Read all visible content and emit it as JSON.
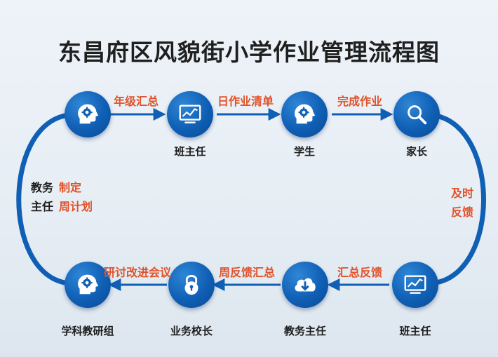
{
  "title": "东昌府区风貌街小学作业管理流程图",
  "nodes": {
    "top1": {
      "label": "",
      "icon": "head-gear-icon"
    },
    "top2": {
      "label": "班主任",
      "icon": "chart-monitor-icon"
    },
    "top3": {
      "label": "学生",
      "icon": "head-gear-icon"
    },
    "top4": {
      "label": "家长",
      "icon": "search-icon"
    },
    "bot4": {
      "label": "班主任",
      "icon": "chart-monitor-icon"
    },
    "bot3": {
      "label": "教务主任",
      "icon": "cloud-download-icon"
    },
    "bot2": {
      "label": "业务校长",
      "icon": "lock-icon"
    },
    "bot1": {
      "label": "学科教研组",
      "icon": "head-gear-icon"
    }
  },
  "edges": {
    "e1": "年级汇总",
    "e2": "日作业清单",
    "e3": "完成作业",
    "e4": "汇总反馈",
    "e5": "周反馈汇总",
    "e6": "研讨改进会议"
  },
  "right_side": {
    "line1": "及时",
    "line2": "反馈"
  },
  "left_side": {
    "role_line1": "教务",
    "role_line2": "主任",
    "action_line1": "制定",
    "action_line2": "周计划"
  },
  "colors": {
    "primary": "#0f5fb5",
    "accent": "#e0522a",
    "text": "#1d1d1d"
  }
}
